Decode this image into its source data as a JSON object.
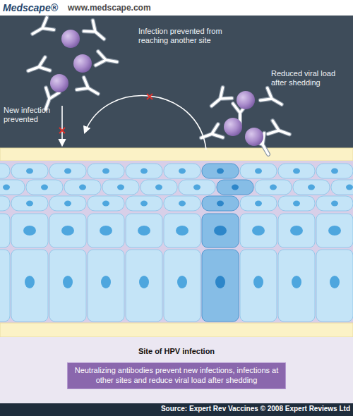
{
  "diagram": {
    "title": "Site of HPV infection",
    "nodes": [
      {
        "text": [
          "Neutralizing antibodies prevent new infections, infections at other sites and reduce viral load after shedding"
        ]
      }
    ],
    "labels": [
      "Medscape®",
      "www.medscape.com",
      "Infection prevented from reaching another site",
      "Reduced viral load after shedding",
      "New infection prevented",
      "Source: Expert Rev Vaccines © 2008 Expert Reviews Ltd"
    ]
  }
}
